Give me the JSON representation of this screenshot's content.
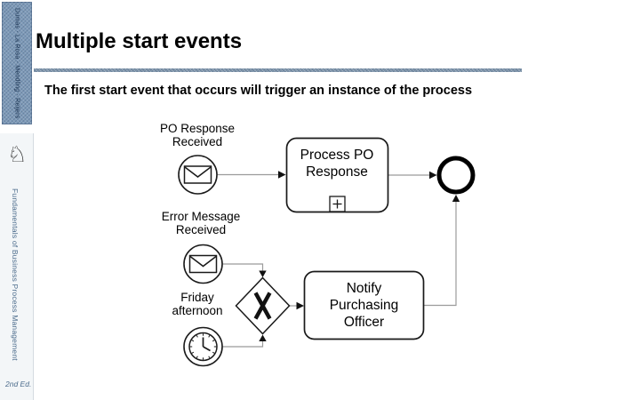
{
  "sidebar": {
    "authors": "Dumas · La Rosa · Mendling · Reijers",
    "logo_glyph": "♘",
    "logo_icon": "springer-knight-icon",
    "book_title": "Fundamentals of Business Process Management",
    "edition": "2nd Ed."
  },
  "header": {
    "title": "Multiple start events",
    "subtitle": "The first start event that occurs will trigger an instance of the process"
  },
  "diagram": {
    "type": "BPMN process fragment",
    "nodes": [
      {
        "id": "start-po",
        "type": "message-start-event",
        "icon": "envelope-icon",
        "label": "PO Response Received"
      },
      {
        "id": "task-process-po",
        "type": "subprocess-task",
        "marker": "+",
        "label": "Process PO Response"
      },
      {
        "id": "end-event",
        "type": "end-event",
        "icon": "thick-circle"
      },
      {
        "id": "start-error",
        "type": "message-start-event",
        "icon": "envelope-icon",
        "label": "Error Message Received"
      },
      {
        "id": "start-timer",
        "type": "timer-start-event",
        "icon": "clock-icon",
        "label": "Friday afternoon"
      },
      {
        "id": "gateway",
        "type": "exclusive-gateway",
        "marker": "X"
      },
      {
        "id": "task-notify",
        "type": "task",
        "label": "Notify Purchasing Officer"
      }
    ],
    "flows": [
      {
        "from": "start-po",
        "to": "task-process-po"
      },
      {
        "from": "task-process-po",
        "to": "end-event"
      },
      {
        "from": "start-error",
        "to": "gateway"
      },
      {
        "from": "start-timer",
        "to": "gateway"
      },
      {
        "from": "gateway",
        "to": "task-notify"
      },
      {
        "from": "task-notify",
        "to": "end-event"
      }
    ]
  },
  "colors": {
    "sidebar_denim_blue": "#7E9AB8",
    "divider_blue": "#8298AE",
    "sidebar_text_blue": "#4B6B8B",
    "authors_text_navy": "#17304F",
    "text": "#000000",
    "flow_line_gray": "#9B9B9B",
    "shape_stroke": "#1A1A1A",
    "background": "#FFFFFF"
  }
}
